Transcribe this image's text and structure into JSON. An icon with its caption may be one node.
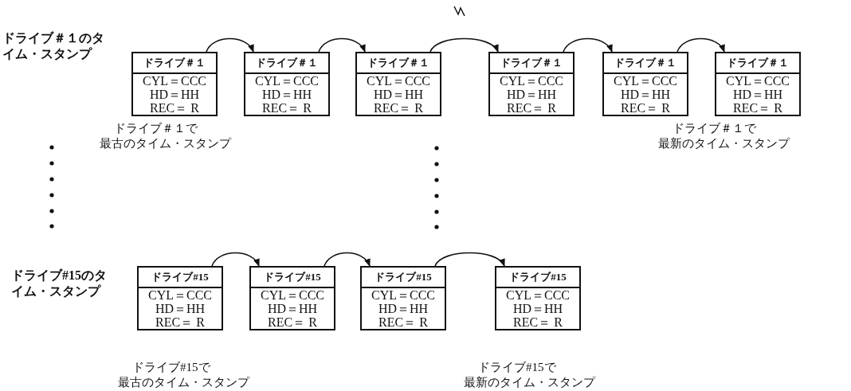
{
  "diagram": {
    "nodes": [
      {
        "text": [
          "ドライブ＃１",
          "CYL＝CCC",
          "HD＝HH",
          "REC＝ R"
        ],
        "beside": [
          "ドライブ＃１で",
          "最古のタイム・スタンプ"
        ]
      },
      {
        "text": [
          "ドライブ＃１",
          "CYL＝CCC",
          "HD＝HH",
          "REC＝ R"
        ]
      },
      {
        "text": [
          "ドライブ＃１",
          "CYL＝CCC",
          "HD＝HH",
          "REC＝ R"
        ]
      },
      {
        "text": [
          "ドライブ＃１",
          "CYL＝CCC",
          "HD＝HH",
          "REC＝ R"
        ]
      },
      {
        "text": [
          "ドライブ＃１",
          "CYL＝CCC",
          "HD＝HH",
          "REC＝ R"
        ]
      },
      {
        "text": [
          "ドライブ＃１",
          "CYL＝CCC",
          "HD＝HH",
          "REC＝ R"
        ],
        "beside": [
          "ドライブ＃１で",
          "最新のタイム・スタンプ"
        ]
      },
      {
        "text": [
          "ドライブ#15",
          "CYL＝CCC",
          "HD＝HH",
          "REC＝ R"
        ],
        "beside": [
          "ドライブ#15で",
          "最古のタイム・スタンプ"
        ]
      },
      {
        "text": [
          "ドライブ#15",
          "CYL＝CCC",
          "HD＝HH",
          "REC＝ R"
        ]
      },
      {
        "text": [
          "ドライブ#15",
          "CYL＝CCC",
          "HD＝HH",
          "REC＝ R"
        ]
      },
      {
        "text": [
          "ドライブ#15",
          "CYL＝CCC",
          "HD＝HH",
          "REC＝ R"
        ],
        "beside": [
          "ドライブ#15で",
          "最新のタイム・スタンプ"
        ]
      }
    ],
    "edges": [
      {
        "from": 0,
        "to": 1,
        "arrow": "to"
      },
      {
        "from": 1,
        "to": 2,
        "arrow": "to"
      },
      {
        "from": 2,
        "to": 3,
        "arrow": "to"
      },
      {
        "from": 3,
        "to": 4,
        "arrow": "to"
      },
      {
        "from": 4,
        "to": 5,
        "arrow": "to"
      },
      {
        "from": 6,
        "to": 7,
        "arrow": "to"
      },
      {
        "from": 7,
        "to": 8,
        "arrow": "to"
      },
      {
        "from": 8,
        "to": 9,
        "arrow": "to"
      }
    ],
    "labels": [
      "ドライブ＃１のタイム・スタンプ",
      "ドライブ#15のタイム・スタンプ"
    ]
  }
}
